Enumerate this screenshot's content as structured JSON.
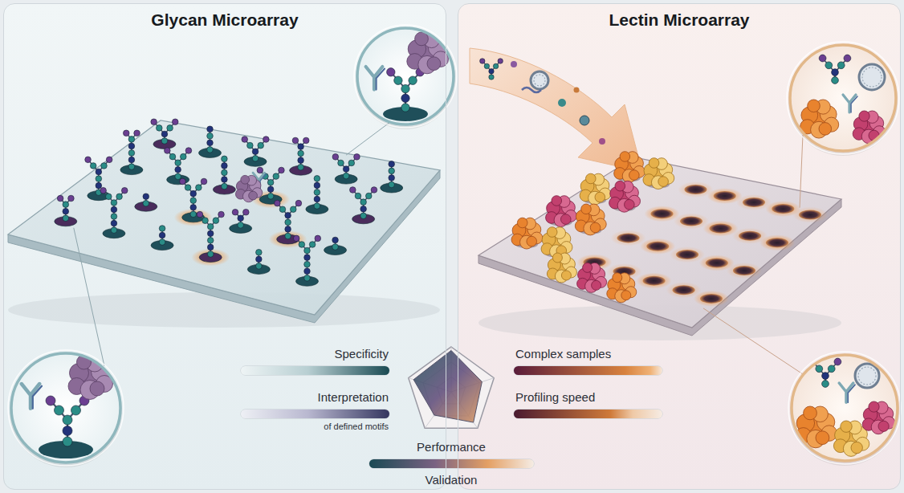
{
  "diagram": {
    "nodes": [
      {
        "text": [
          "Glycan Microarray"
        ]
      },
      {
        "text": [
          "Lectin Microarray"
        ]
      }
    ],
    "labels": [
      "Specificity",
      "Interpretation",
      "of defined motifs",
      "Complex samples",
      "Profiling speed",
      "Performance",
      "Validation"
    ]
  }
}
